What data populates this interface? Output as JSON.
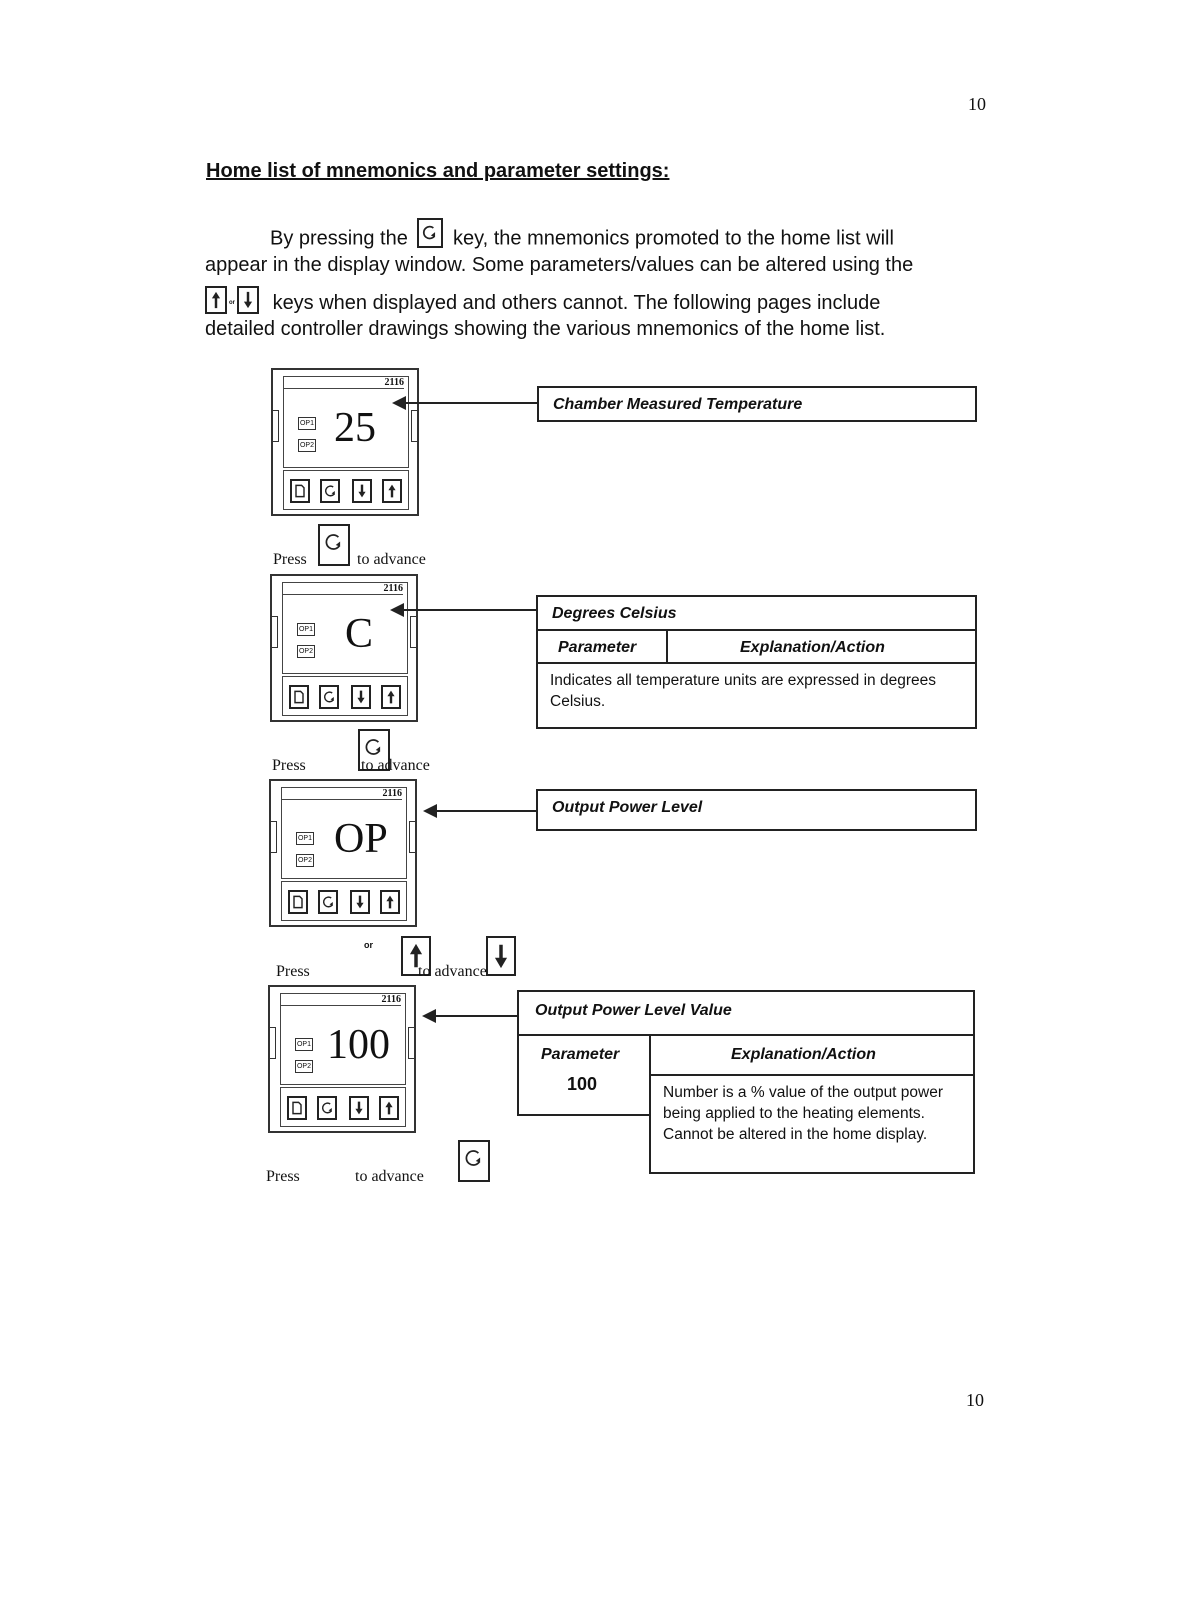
{
  "page": {
    "number_top": "10",
    "number_bottom": "10"
  },
  "heading": "Home list of mnemonics and parameter settings:",
  "intro": {
    "line1_a": "By pressing the",
    "line1_b": "key, the mnemonics promoted to the home list will",
    "line2": "appear in the display window.  Some parameters/values can be altered using the",
    "line3_or": "or",
    "line3": "keys when displayed and others cannot.  The following pages include",
    "line4": "detailed controller drawings showing the various mnemonics of the home list."
  },
  "controller": {
    "model": "2116",
    "op1": "OP1",
    "op2": "OP2"
  },
  "displays": [
    {
      "value": "25"
    },
    {
      "value": "C"
    },
    {
      "value": "OP"
    },
    {
      "value": "100"
    }
  ],
  "press": {
    "press": "Press",
    "to_advance": "to advance",
    "or": "or"
  },
  "boxes": {
    "b1": {
      "title": "Chamber Measured Temperature"
    },
    "b2": {
      "title": "Degrees Celsius",
      "col_param": "Parameter",
      "col_expl": "Explanation/Action",
      "text": "Indicates all temperature units are expressed in degrees Celsius."
    },
    "b3": {
      "title": "Output Power Level"
    },
    "b4": {
      "title": "Output Power Level Value",
      "col_param": "Parameter",
      "col_expl": "Explanation/Action",
      "param": "100",
      "text": "Number is a % value of the output power being applied to the heating elements.  Cannot be altered in the home display."
    }
  }
}
